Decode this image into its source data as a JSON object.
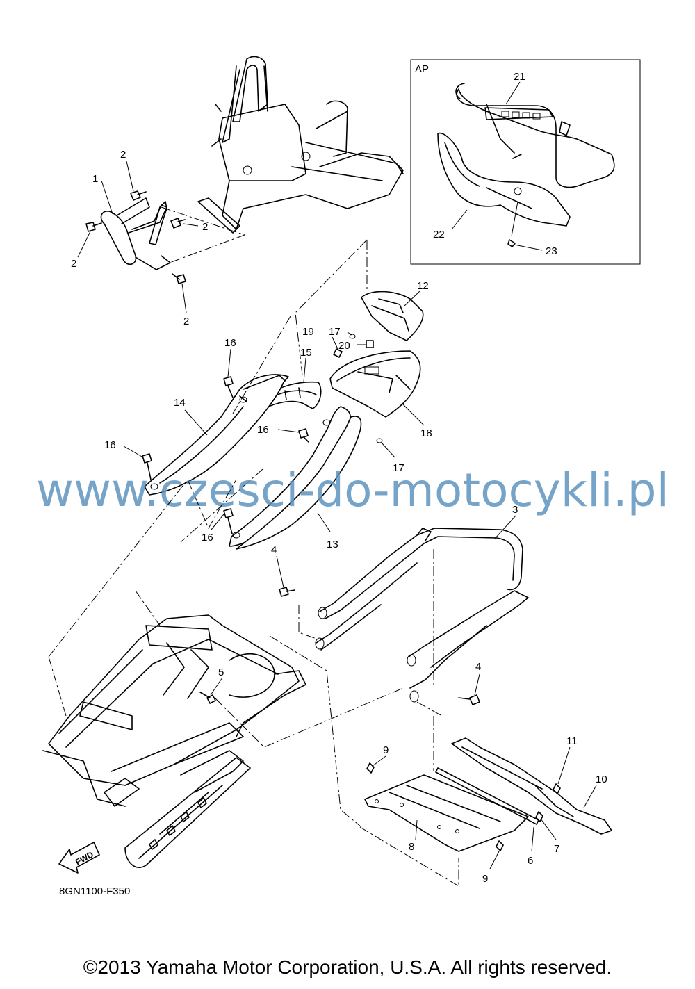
{
  "callouts": [
    "1",
    "2",
    "2",
    "2",
    "2",
    "3",
    "4",
    "4",
    "5",
    "6",
    "7",
    "8",
    "9",
    "9",
    "10",
    "11",
    "12",
    "13",
    "14",
    "15",
    "16",
    "16",
    "16",
    "16",
    "17",
    "17",
    "18",
    "19",
    "20",
    "21",
    "22",
    "23"
  ],
  "inset": {
    "label": "AP"
  },
  "diagram_code": "8GN1100-F350",
  "fwd_label": "FWD",
  "watermark": "www.czesci-do-motocykli.pl",
  "copyright": "©2013 Yamaha Motor Corporation, U.S.A. All rights reserved."
}
